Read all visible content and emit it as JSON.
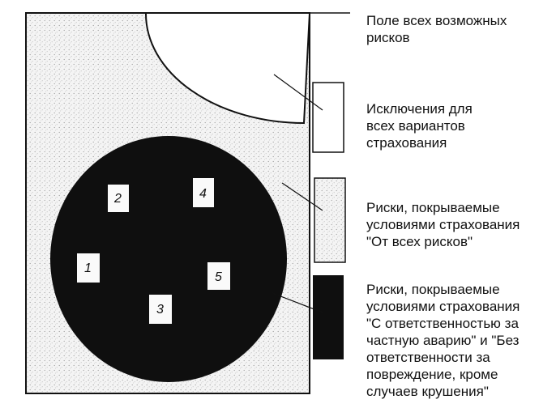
{
  "labels": {
    "all_risks_field": "Поле всех возможных\nрисков",
    "exclusions": "Исключения для\nвсех вариантов\nстрахования",
    "all_risks_cover": "Риски, покрываемые\nусловиями страхования\n\"От всех рисков\"",
    "fpa_cover": "Риски, покрываемые\nусловиями страхования\n\"С ответственностью за\nчастную аварию\" и \"Без\nответственности за\nповреждение, кроме\nслучаев крушения\""
  },
  "risk_numbers": [
    "1",
    "2",
    "3",
    "4",
    "5"
  ],
  "colors": {
    "stipple": "#c9c9c9",
    "ink": "#111111",
    "paper": "#ffffff"
  }
}
